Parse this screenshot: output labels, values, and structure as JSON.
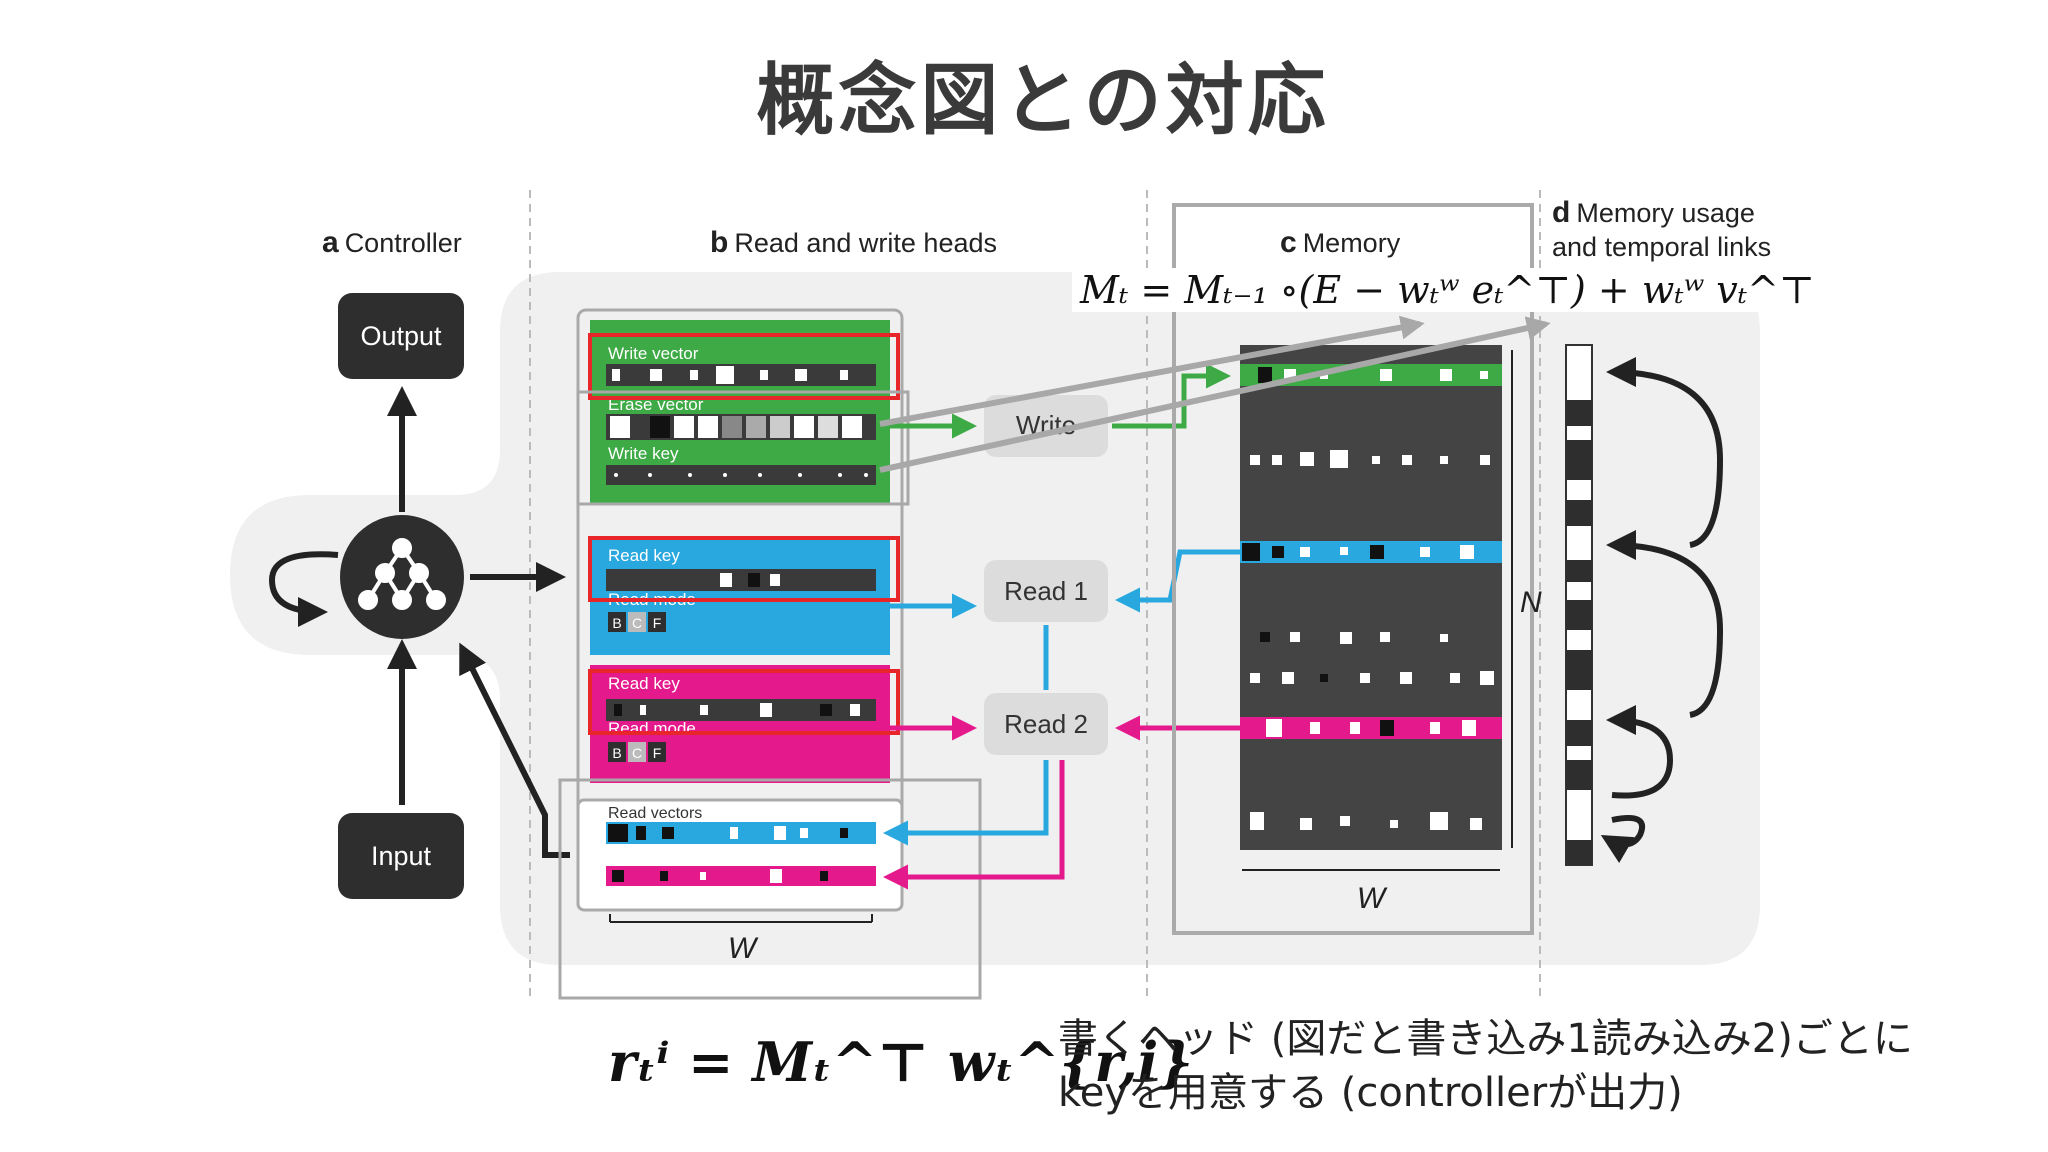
{
  "slide": {
    "title": "概念図との対応",
    "note_line1": "書くヘッド (図だと書き込み1読み込み2)ごとに",
    "note_line2": "keyを用意する (controllerが出力)",
    "equation_memory": "Mₜ = Mₜ₋₁ ∘(E − wₜʷ eₜ^⊤) + wₜʷ vₜ^⊤",
    "equation_read": "rₜⁱ = Mₜ^⊤ wₜ^{r,i}"
  },
  "figure": {
    "panel_a": {
      "letter": "a",
      "title": "Controller",
      "output": "Output",
      "input": "Input"
    },
    "panel_b": {
      "letter": "b",
      "title": "Read and write heads",
      "write_vector": "Write vector",
      "erase_vector": "Erase vector",
      "write_key": "Write key",
      "read_key": "Read key",
      "read_mode": "Read mode",
      "mode_b": "B",
      "mode_c": "C",
      "mode_f": "F",
      "read_vectors": "Read vectors",
      "width": "W"
    },
    "nodes": {
      "write": "Write",
      "read1": "Read 1",
      "read2": "Read 2"
    },
    "panel_c": {
      "letter": "c",
      "title": "Memory",
      "n": "N",
      "w": "W"
    },
    "panel_d": {
      "letter": "d",
      "title1": "Memory usage",
      "title2": "and temporal links"
    }
  },
  "colors": {
    "green": "#3daa45",
    "blue": "#29a8e0",
    "magenta": "#e4198b",
    "dark": "#2e2e2e",
    "red": "#e8262a",
    "grey_arrow": "#a8a8a8"
  }
}
